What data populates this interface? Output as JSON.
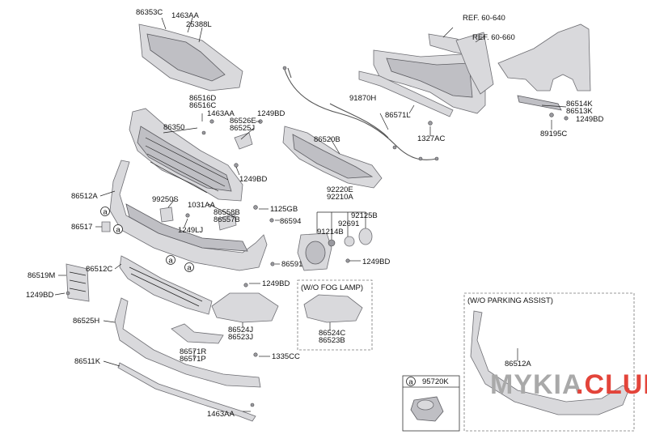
{
  "labels": {
    "l86353C": "86353C",
    "l1463AA_top": "1463AA",
    "l25388L": "25388L",
    "lREF60640": "REF. 60-640",
    "lREF60660": "REF. 60-660",
    "l86516D": "86516D",
    "l86516C": "86516C",
    "l1463AA_mid": "1463AA",
    "l1249BD_a": "1249BD",
    "l86350": "86350",
    "l86526E": "86526E",
    "l86525J": "86525J",
    "l91870H": "91870H",
    "l86571L": "86571L",
    "l86514K": "86514K",
    "l86513K": "86513K",
    "l1249BD_r": "1249BD",
    "l89195C": "89195C",
    "l1327AC": "1327AC",
    "l86520B": "86520B",
    "l1249BD_b": "1249BD",
    "l86512A": "86512A",
    "l99250S": "99250S",
    "l1031AA": "1031AA",
    "l86558B": "86558B",
    "l86557B": "86557B",
    "l1125GB": "1125GB",
    "l86594": "86594",
    "l92220E": "92220E",
    "l92210A": "92210A",
    "l92125B": "92125B",
    "l92691": "92691",
    "l91214B": "91214B",
    "l86517": "86517",
    "l1249LJ": "1249LJ",
    "l86591": "86591",
    "l1249BD_c": "1249BD",
    "l86519M": "86519M",
    "l86512C": "86512C",
    "l1249BD_d": "1249BD",
    "l1249BD_e": "1249BD",
    "lWOFOG": "(W/O FOG LAMP)",
    "lWOPARK": "(W/O PARKING ASSIST)",
    "l86525H": "86525H",
    "l86524J": "86524J",
    "l86523J": "86523J",
    "l86524C": "86524C",
    "l86523B": "86523B",
    "l86571R": "86571R",
    "l86571P": "86571P",
    "l1335CC": "1335CC",
    "l86511K": "86511K",
    "l86512A_alt": "86512A",
    "l95720K": "95720K",
    "l1463AA_bot": "1463AA"
  },
  "callouts": {
    "a": "a"
  },
  "watermark": {
    "part1": "MYKIA",
    "part2": ".CLUB"
  },
  "colors": {
    "watermark_main": "#a9a9a9",
    "watermark_accent": "#e3443a"
  }
}
